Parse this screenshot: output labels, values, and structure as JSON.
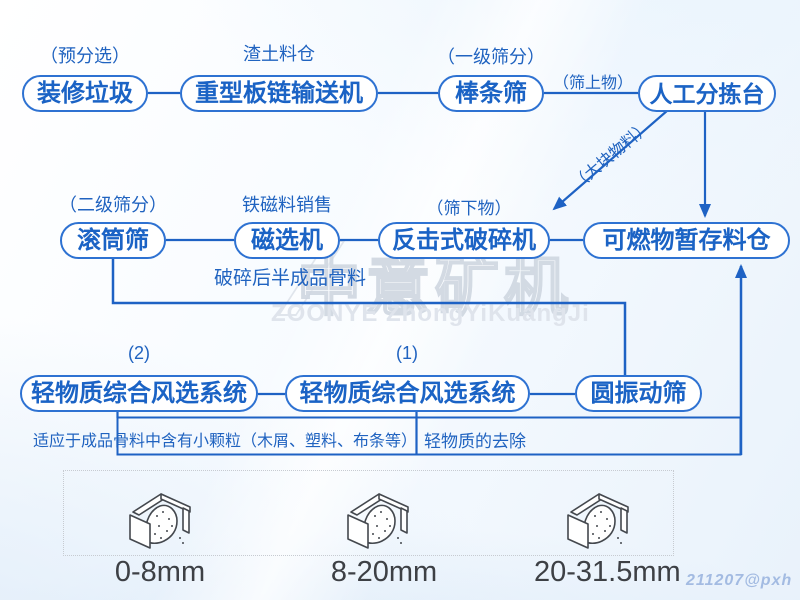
{
  "flowchart": {
    "nodes": [
      {
        "label": "装修垃圾",
        "note": "（预分选）"
      },
      {
        "label": "重型板链输送机",
        "note": "渣土料仓"
      },
      {
        "label": "棒条筛",
        "note": "（一级筛分）"
      },
      {
        "label": "人工分拣台"
      },
      {
        "label": "滚筒筛",
        "note": "（二级筛分）"
      },
      {
        "label": "磁选机",
        "note": "铁磁料销售"
      },
      {
        "label": "反击式破碎机",
        "note": "（筛下物）"
      },
      {
        "label": "可燃物暂存料仓"
      },
      {
        "label": "轻物质综合风选系统",
        "note": "(2)"
      },
      {
        "label": "轻物质综合风选系统",
        "note": "(1)"
      },
      {
        "label": "圆振动筛"
      }
    ],
    "edge_labels": {
      "screen_overflow": "（筛上物）",
      "bulky_material": "（大块物料）",
      "crushed_semi_finished": "破碎后半成品骨料"
    },
    "annotation": {
      "left": "适应于成品骨料中含有小颗粒（木屑、塑料、布条等）",
      "right": "轻物质的去除"
    }
  },
  "output_bins": [
    {
      "label": "0-8mm"
    },
    {
      "label": "8-20mm"
    },
    {
      "label": "20-31.5mm"
    }
  ],
  "watermark": {
    "cn": "中意矿机",
    "en": "ZOONYE ZhongYiKuangJi"
  },
  "credit": "211207@pxh",
  "colors": {
    "primary": "#1e62c4",
    "node_text": "#1b63c5",
    "label_gray": "#3d4045"
  }
}
